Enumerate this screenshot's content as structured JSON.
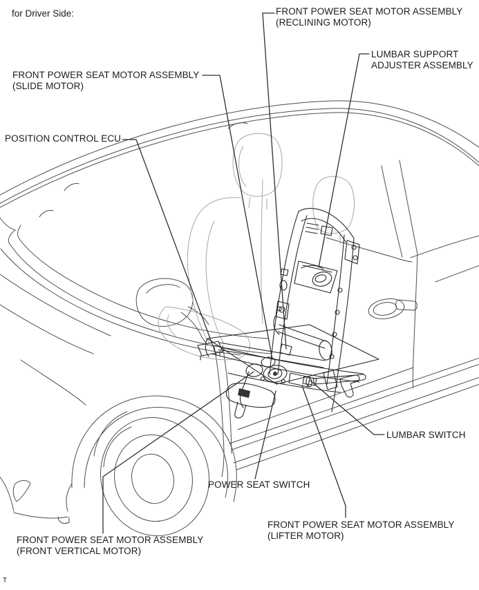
{
  "page": {
    "caption": "for Driver Side:",
    "footnote": "T"
  },
  "diagram": {
    "type": "component-location-illustration",
    "subject": "front power seat, driver side, vehicle cutaway view",
    "labels": {
      "reclining": {
        "line1": "FRONT POWER SEAT MOTOR ASSEMBLY",
        "line2": "(RECLINING MOTOR)"
      },
      "lumbar_support": {
        "line1": "LUMBAR SUPPORT",
        "line2": "ADJUSTER ASSEMBLY"
      },
      "slide": {
        "line1": "FRONT POWER SEAT MOTOR ASSEMBLY",
        "line2": "(SLIDE MOTOR)"
      },
      "position_ecu": {
        "line1": "POSITION CONTROL ECU"
      },
      "lumbar_switch": {
        "line1": "LUMBAR SWITCH"
      },
      "power_seat_switch": {
        "line1": "POWER SEAT SWITCH"
      },
      "lifter": {
        "line1": "FRONT POWER SEAT MOTOR ASSEMBLY",
        "line2": "(LIFTER MOTOR)"
      },
      "front_vertical": {
        "line1": "FRONT POWER SEAT MOTOR ASSEMBLY",
        "line2": "(FRONT VERTICAL MOTOR)"
      }
    },
    "colors": {
      "ink": "#1b1b1b",
      "car_line": "#4d4d4d",
      "light_line": "#a6a6a6",
      "frame_line": "#262626",
      "background": "#ffffff"
    }
  }
}
